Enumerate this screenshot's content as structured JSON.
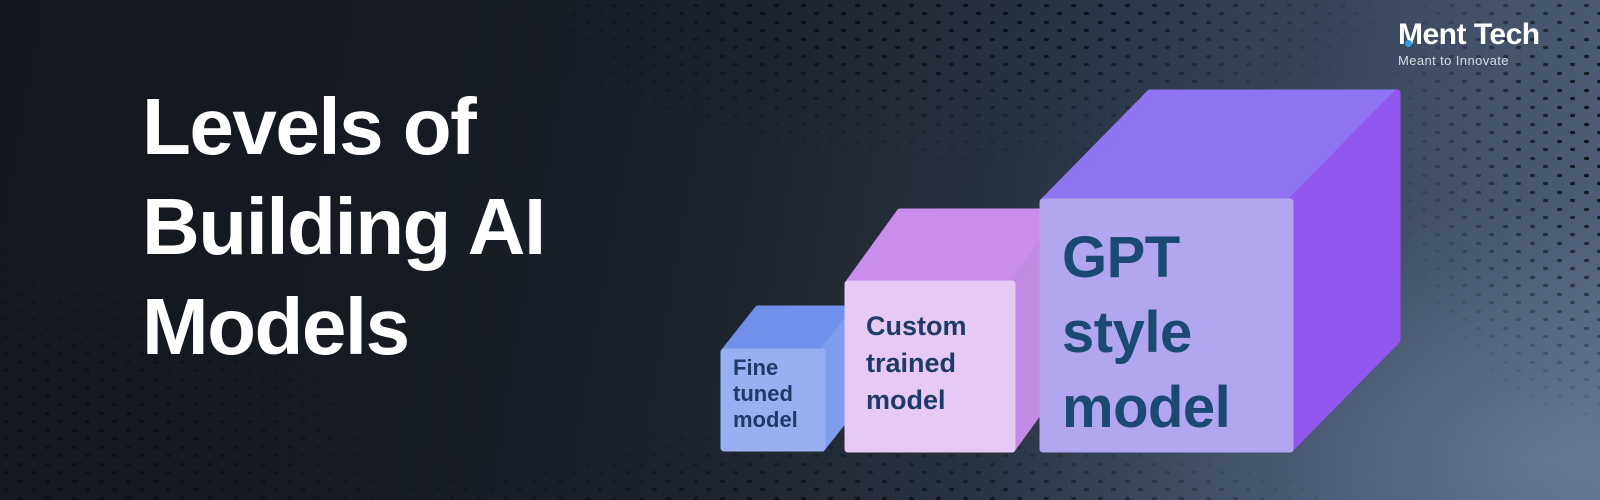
{
  "title": "Levels of\nBuilding AI\nModels",
  "logo": {
    "brand": "Ment Tech",
    "tagline": "Meant to Innovate",
    "dot_color": "#2f9de5"
  },
  "diagram": {
    "levels": [
      {
        "id": "fine-tuned-model",
        "label": "Fine\ntuned\nmodel",
        "colors": {
          "front": "#98b0f1",
          "top": "#7090e9",
          "side": "#809ced",
          "text": "#1e3a66"
        }
      },
      {
        "id": "custom-trained-model",
        "label": "Custom\ntrained\nmodel",
        "colors": {
          "front": "#e6c9f5",
          "top": "#ca8deb",
          "side": "#c18ae3",
          "text": "#1e3a66"
        }
      },
      {
        "id": "gpt-style-model",
        "label": "GPT\nstyle\nmodel",
        "colors": {
          "front": "#b1a6ef",
          "top": "#8f75f2",
          "side": "#9257ef",
          "text": "#1a4a71"
        }
      }
    ]
  },
  "background": {
    "dots_color": "#0a0f17"
  }
}
